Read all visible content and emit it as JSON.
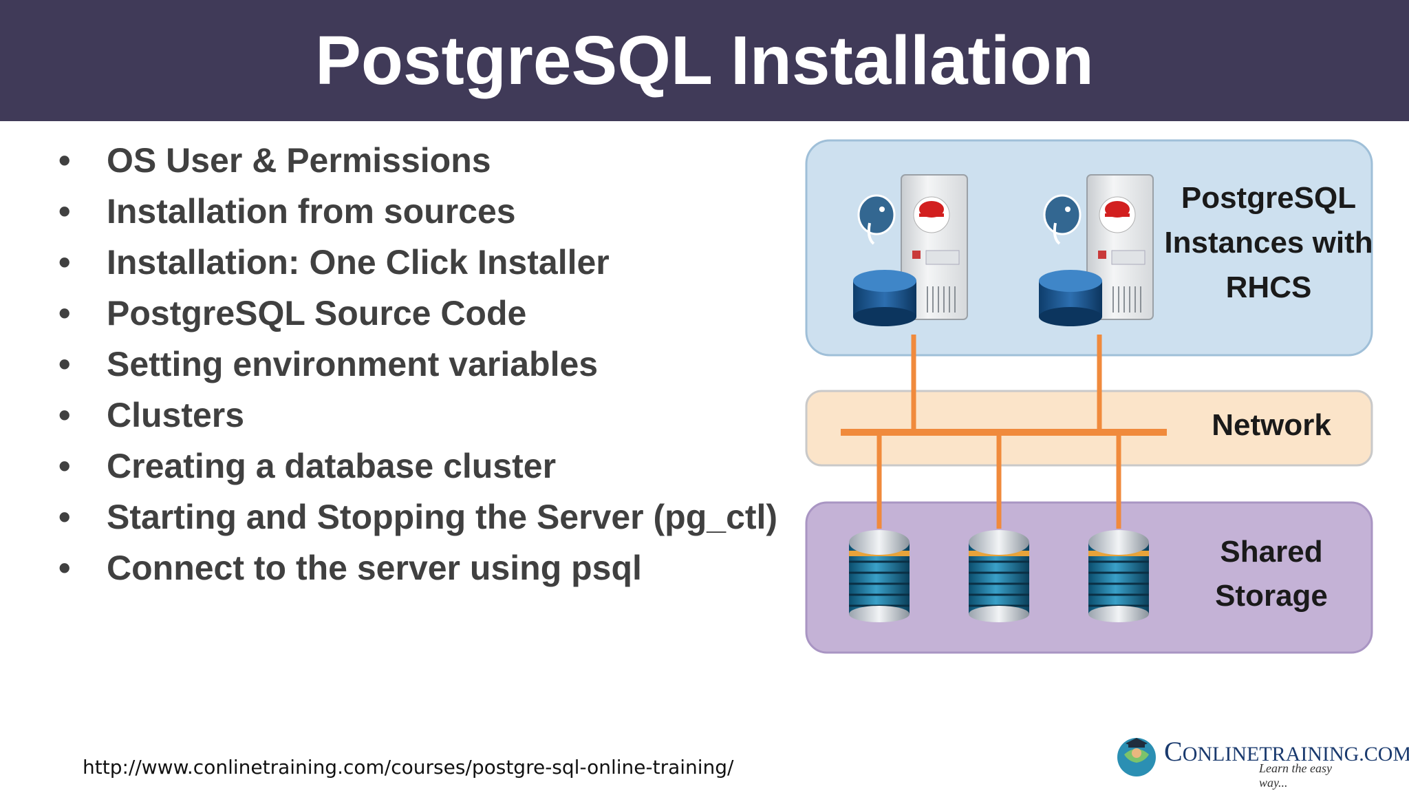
{
  "slide": {
    "title": "PostgreSQL Installation",
    "bullets": [
      "OS User & Permissions",
      "Installation from sources",
      "Installation: One Click Installer",
      "PostgreSQL Source Code",
      "Setting environment variables",
      "Clusters",
      "Creating a database cluster",
      "Starting and Stopping the Server (pg_ctl)",
      "Connect to the server using psql"
    ],
    "bullet_symbol": "•"
  },
  "diagram": {
    "instances_label_lines": [
      "PostgreSQL",
      "Instances with",
      "RHCS"
    ],
    "network_label": "Network",
    "storage_label_lines": [
      "Shared",
      "Storage"
    ],
    "colors": {
      "instances_bg": "#cde0ef",
      "network_bg": "#fbe4c9",
      "storage_bg": "#c4b2d6",
      "connector": "#f08a3c"
    }
  },
  "footer": {
    "url": "http://www.conlinetraining.com/courses/postgre-sql-online-training/",
    "logo_initial": "C",
    "logo_rest": "ONLINETRAINING.COM",
    "logo_tagline": "Learn the easy way..."
  }
}
